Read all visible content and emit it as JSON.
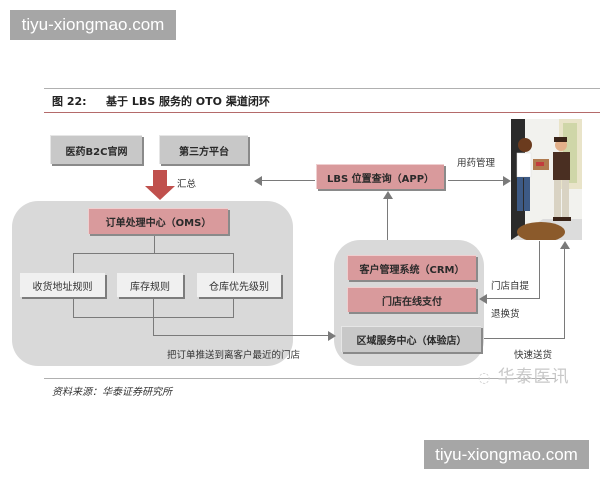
{
  "watermarks": {
    "top": "tiyu-xiongmao.com",
    "bottom": "tiyu-xiongmao.com"
  },
  "figure": {
    "number": "图 22:",
    "title": "基于 LBS 服务的 OTO 渠道闭环",
    "source": "资料来源：华泰证券研究所",
    "brand_watermark": "华泰医讯"
  },
  "nodes": {
    "b2c_site": "医药B2C官网",
    "third_party": "第三方平台",
    "oms": "订单处理中心（OMS）",
    "rule_address": "收货地址规则",
    "rule_inventory": "库存规则",
    "rule_warehouse": "仓库优先级别",
    "lbs_app": "LBS 位置查询（APP）",
    "crm": "客户管理系统（CRM）",
    "store_payment": "门店在线支付",
    "regional_center": "区域服务中心（体验店）"
  },
  "edge_labels": {
    "aggregate": "汇总",
    "medication_mgmt": "用药管理",
    "push_to_store": "把订单推送到离客户最近的门店",
    "store_pickup": "门店自提",
    "return_exchange": "退换货",
    "fast_delivery": "快速送货"
  },
  "colors": {
    "pink_box": "#d99a9c",
    "gray_box": "#c8c8c8",
    "panel": "#d9d9d9",
    "arrow_red": "#c0504d",
    "connector": "#7a7a7a"
  }
}
